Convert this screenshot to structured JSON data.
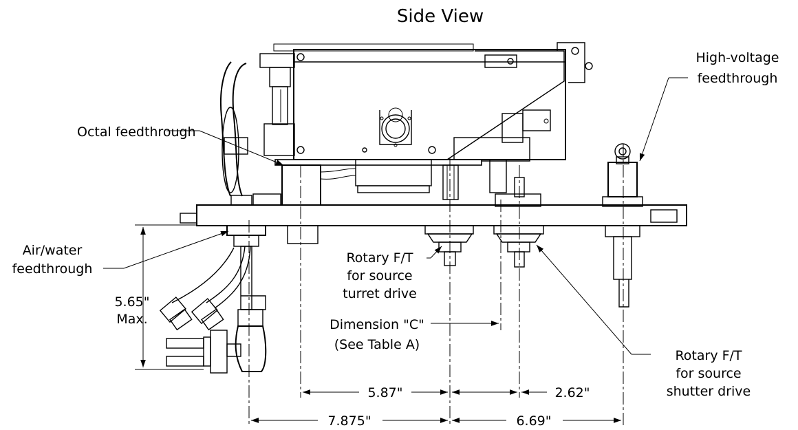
{
  "title": "Side View",
  "callouts": {
    "octal": "Octal feedthrough",
    "hv_1": "High-voltage",
    "hv_2": "feedthrough",
    "airwater_1": "Air/water",
    "airwater_2": "feedthrough",
    "turret_1": "Rotary F/T",
    "turret_2": "for source",
    "turret_3": "turret drive",
    "shutter_1": "Rotary F/T",
    "shutter_2": "for source",
    "shutter_3": "shutter drive",
    "dimc_1": "Dimension \"C\"",
    "dimc_2": "(See Table A)"
  },
  "dimensions": {
    "height_1": "5.65\"",
    "height_2": "Max.",
    "d587": "5.87\"",
    "d262": "2.62\"",
    "d7875": "7.875\"",
    "d669": "6.69\""
  }
}
